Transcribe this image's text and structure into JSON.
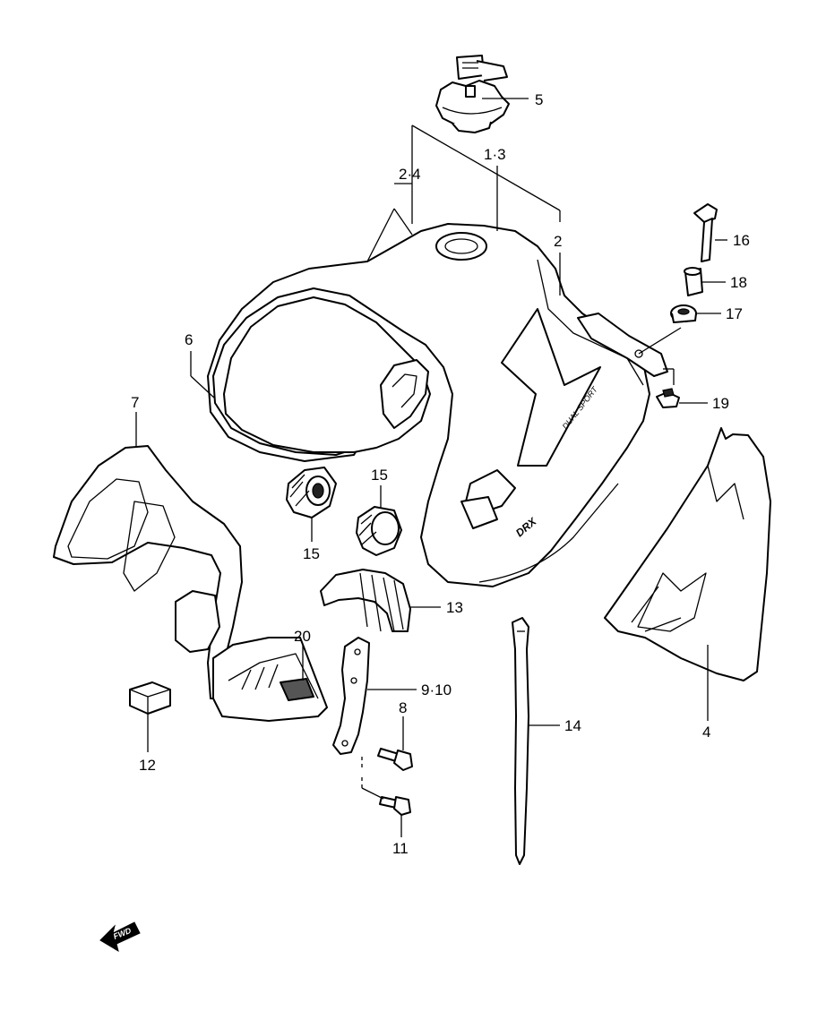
{
  "callouts": [
    {
      "id": "c1",
      "label": "5"
    },
    {
      "id": "c2",
      "label": "1·3"
    },
    {
      "id": "c3",
      "label": "2·4"
    },
    {
      "id": "c4",
      "label": "2"
    },
    {
      "id": "c5",
      "label": "16"
    },
    {
      "id": "c6",
      "label": "18"
    },
    {
      "id": "c7",
      "label": "17"
    },
    {
      "id": "c8",
      "label": "6"
    },
    {
      "id": "c9",
      "label": "19"
    },
    {
      "id": "c10",
      "label": "7"
    },
    {
      "id": "c11",
      "label": "15"
    },
    {
      "id": "c12",
      "label": "15"
    },
    {
      "id": "c13",
      "label": "13"
    },
    {
      "id": "c14",
      "label": "20"
    },
    {
      "id": "c15",
      "label": "9·10"
    },
    {
      "id": "c16",
      "label": "8"
    },
    {
      "id": "c17",
      "label": "14"
    },
    {
      "id": "c18",
      "label": "4"
    },
    {
      "id": "c19",
      "label": "12"
    },
    {
      "id": "c20",
      "label": "11"
    }
  ],
  "fwd_label": "FWD",
  "decal_text": {
    "dual_sport": "DUAL SPORT",
    "model": "DRX"
  }
}
